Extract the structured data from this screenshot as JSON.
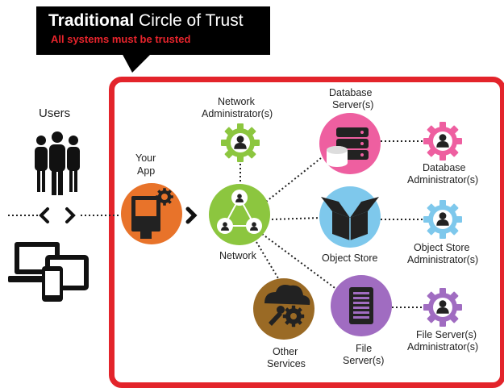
{
  "callout": {
    "title_bold": "Traditional",
    "title_rest": " Circle of Trust",
    "subtitle": "All systems must be trusted"
  },
  "labels": {
    "users": "Users",
    "your_app_1": "Your",
    "your_app_2": "App",
    "network_admin_1": "Network",
    "network_admin_2": "Administrator(s)",
    "network": "Network",
    "db_server_1": "Database",
    "db_server_2": "Server(s)",
    "db_admin_1": "Database",
    "db_admin_2": "Administrator(s)",
    "object_store": "Object Store",
    "os_admin_1": "Object Store",
    "os_admin_2": "Administrator(s)",
    "other_services_1": "Other",
    "other_services_2": "Services",
    "file_server_1": "File",
    "file_server_2": "Server(s)",
    "fs_admin_1": "File Server(s)",
    "fs_admin_2": "Administrator(s)"
  },
  "colors": {
    "frame": "#e3242b",
    "app": "#e8732a",
    "network": "#8cc63f",
    "database": "#ee5fa0",
    "object_store": "#7ec8ec",
    "file_server": "#a06cc1",
    "other_services": "#9a6a25",
    "gear_network_admin": "#8cc63f",
    "gear_db_admin": "#ee5fa0",
    "gear_os_admin": "#7ec8ec",
    "gear_fs_admin": "#a06cc1"
  }
}
